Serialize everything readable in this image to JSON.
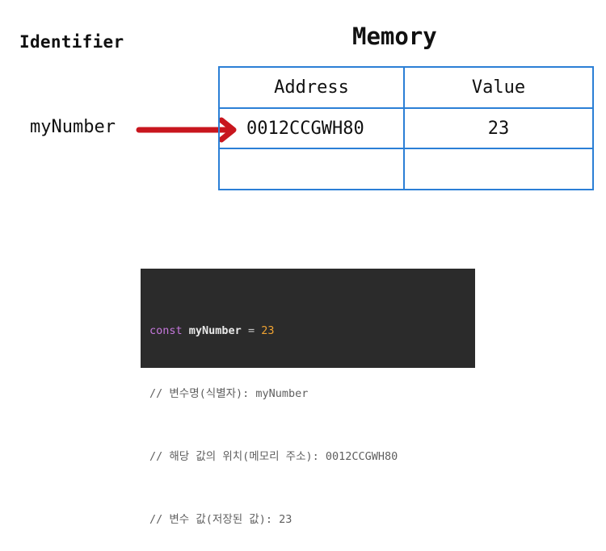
{
  "headings": {
    "identifier": "Identifier",
    "memory": "Memory"
  },
  "identifier_name": "myNumber",
  "table": {
    "headers": [
      "Address",
      "Value"
    ],
    "rows": [
      {
        "address": "0012CCGWH80",
        "value": "23"
      },
      {
        "address": "",
        "value": ""
      }
    ]
  },
  "code": {
    "keyword": "const",
    "variable": "myNumber",
    "operator": "=",
    "number": "23",
    "comments": [
      "// 변수명(식별자): myNumber",
      "// 해당 값의 위치(메모리 주소): 0012CCGWH80",
      "// 변수 값(저장된 값): 23"
    ]
  },
  "colors": {
    "arrow": "#c8161e",
    "table_border": "#2b7fd6",
    "code_background": "#2b2b2b",
    "keyword": "#c678dd",
    "number": "#f0a332",
    "comment": "#5f5f5f"
  },
  "icons": {
    "arrow": "right-arrow-icon"
  }
}
